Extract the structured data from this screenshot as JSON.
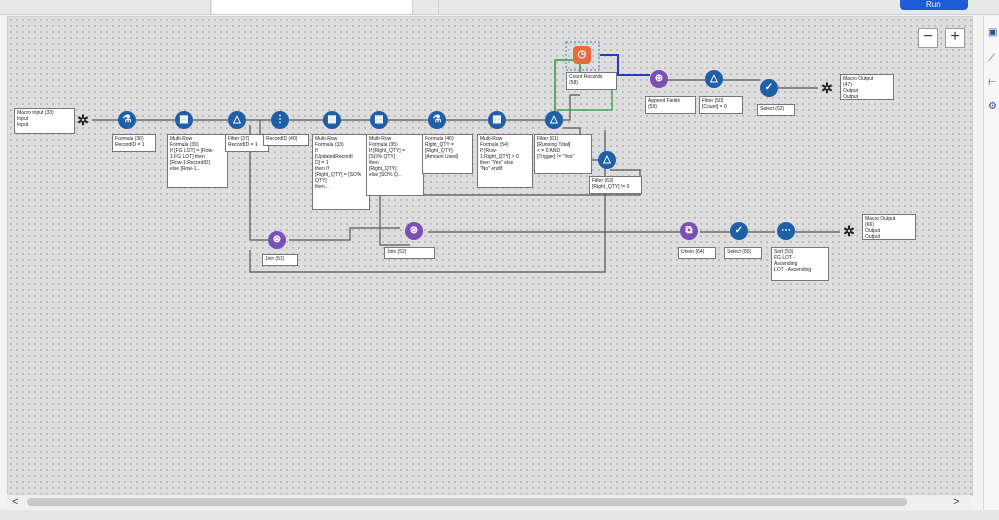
{
  "window": {
    "run_label": "Run"
  },
  "zoom": {
    "minus": "−",
    "plus": "+"
  },
  "scroll": {
    "left": "<",
    "right": ">"
  },
  "nodes": {
    "macro_input": "Macro Input (33)\nInput\nInput",
    "formula_36": "Formula (36)\nRecordID = 1",
    "multirow_39": "Multi-Row\nFormula (39)\nIf [FG LOT] = [Row-\n1:FG LOT] then\n[Row-1:RecordID]\nelse [Row-1...",
    "filter_37": "Filter (37)\nRecordID = 1",
    "recordid_40": "RecordID (40)",
    "multirow_33b": "Multi-Row\nFormula (33)\nIf\n[UpdatedRecordI\nD] = 1\nthen If\n[Right_QTY] = [SO%\nQTY]\nthen...",
    "multirow_35": "Multi-Row\nFormula (35)\nIf [Right_QTY] =\n[SO% QTY]\nthen\n[Right_QTY]\nelse [SO% Q...",
    "formula_46": "Formula (46)\nRight_QTY =\n[Right_QTY]-\n[Amount Used]",
    "multirow_54": "Multi-Row\nFormula (54)\nIf [Row-\n1:Right_QTY] > 0\nthen \"Yes\" else\n\"No\" endif",
    "filter_61": "Filter (61)\n[Running Total]\n< = 0 AND\n[Trigger] != \"Yes\"",
    "count_records": "Count Records\n(58)",
    "append_fields": "Append Fields\n(59)",
    "filter_50": "Filter (50)\n[Count] = 0",
    "select_62": "Select (62)",
    "macro_output_47": "Macro Output\n(47)\nOutput\nOutput",
    "filter_63": "Filter (63)\n[Right_QTY] != 0",
    "join_51": "Join (51)",
    "join_52": "Join (52)",
    "union_64": "Union (64)",
    "select_65": "Select (65)",
    "sort_53": "Sort (53)\nFG LOT -\nAscending\nLOT - Ascending",
    "macro_output_66": "Macro Output\n(66)\nOutput\nOutput"
  },
  "colors": {
    "tool_blue": "#1f5fa8",
    "count_orange": "#e86a3f",
    "append_purple": "#7b4fb6",
    "run_blue": "#1f5bd6"
  }
}
